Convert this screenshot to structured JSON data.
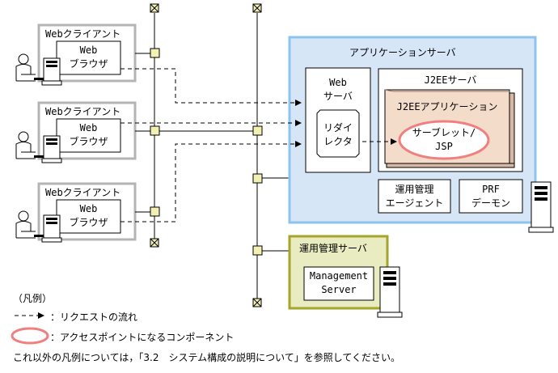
{
  "clients": [
    {
      "title": "Webクライアント",
      "browser_l1": "Web",
      "browser_l2": "ブラウザ"
    },
    {
      "title": "Webクライアント",
      "browser_l1": "Web",
      "browser_l2": "ブラウザ"
    },
    {
      "title": "Webクライアント",
      "browser_l1": "Web",
      "browser_l2": "ブラウザ"
    }
  ],
  "app_server": {
    "title": "アプリケーションサーバ",
    "web_server_l1": "Web",
    "web_server_l2": "サーバ",
    "redirector_l1": "リダイ",
    "redirector_l2": "レクタ",
    "j2ee_server": "J2EEサーバ",
    "j2ee_app": "J2EEアプリケーション",
    "servlet_l1": "サーブレット/",
    "servlet_l2": "JSP",
    "mgmt_agent_l1": "運用管理",
    "mgmt_agent_l2": "エージェント",
    "prf_l1": "PRF",
    "prf_l2": "デーモン"
  },
  "mgmt_server": {
    "title": "運用管理サーバ",
    "ms_l1": "Management",
    "ms_l2": "Server"
  },
  "legend": {
    "heading": "（凡例）",
    "request_flow": "：リクエストの流れ",
    "access_point": "：アクセスポイントになるコンポーネント",
    "note": "これ以外の凡例については，「3.2　システム構成の説明について」を参照してください。"
  },
  "colors": {
    "client_border": "#b4b4b4",
    "app_server_bg": "#d7e6f7",
    "app_server_border": "#8cc4ee",
    "j2ee_app_bg": "#f4dccb",
    "access_point": "#f08080",
    "mgmt_server_bg": "#e8ecc0",
    "mgmt_server_border": "#a5a52c",
    "node": "#f3f0b4"
  }
}
